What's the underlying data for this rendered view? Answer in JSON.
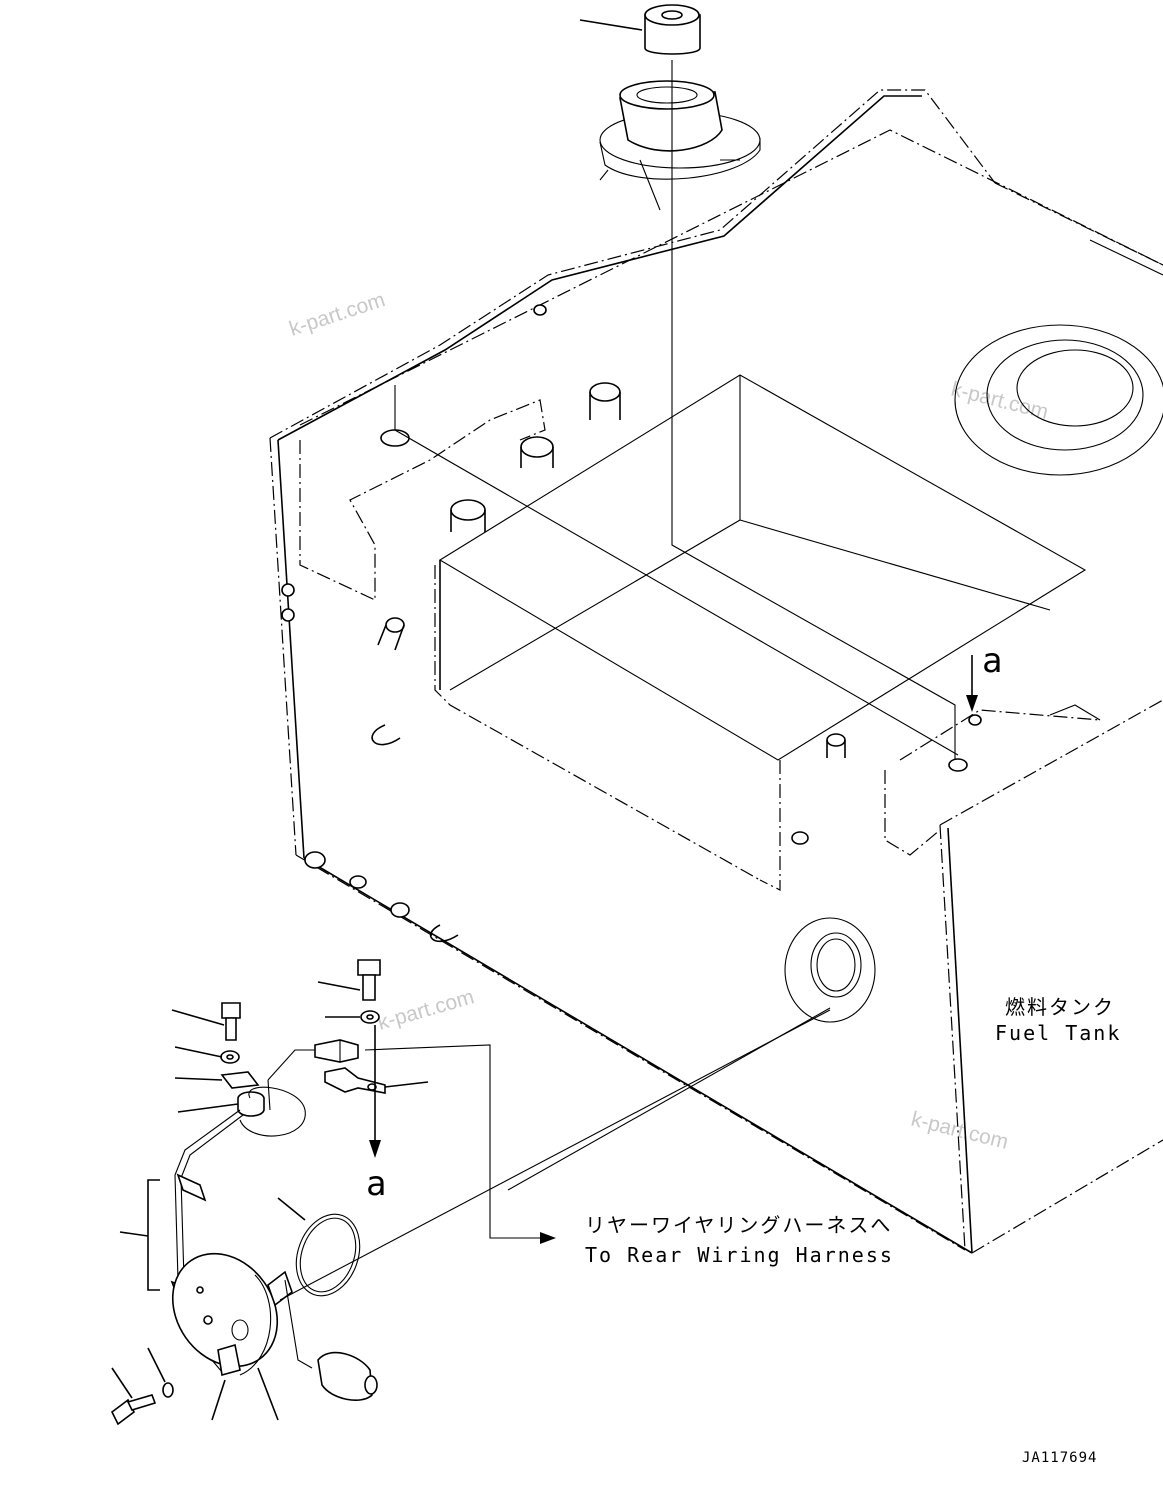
{
  "labels": {
    "fuel_tank_jp": "燃料タンク",
    "fuel_tank_en": "Fuel Tank",
    "harness_jp": "リヤーワイヤリングハーネスへ",
    "harness_en": "To Rear Wiring Harness",
    "ref_a_top": "a",
    "ref_a_bottom": "a",
    "drawing_number": "JA117694"
  },
  "watermarks": [
    "k-part.com",
    "k-part.com",
    "k-part.com",
    "k-part.com"
  ]
}
